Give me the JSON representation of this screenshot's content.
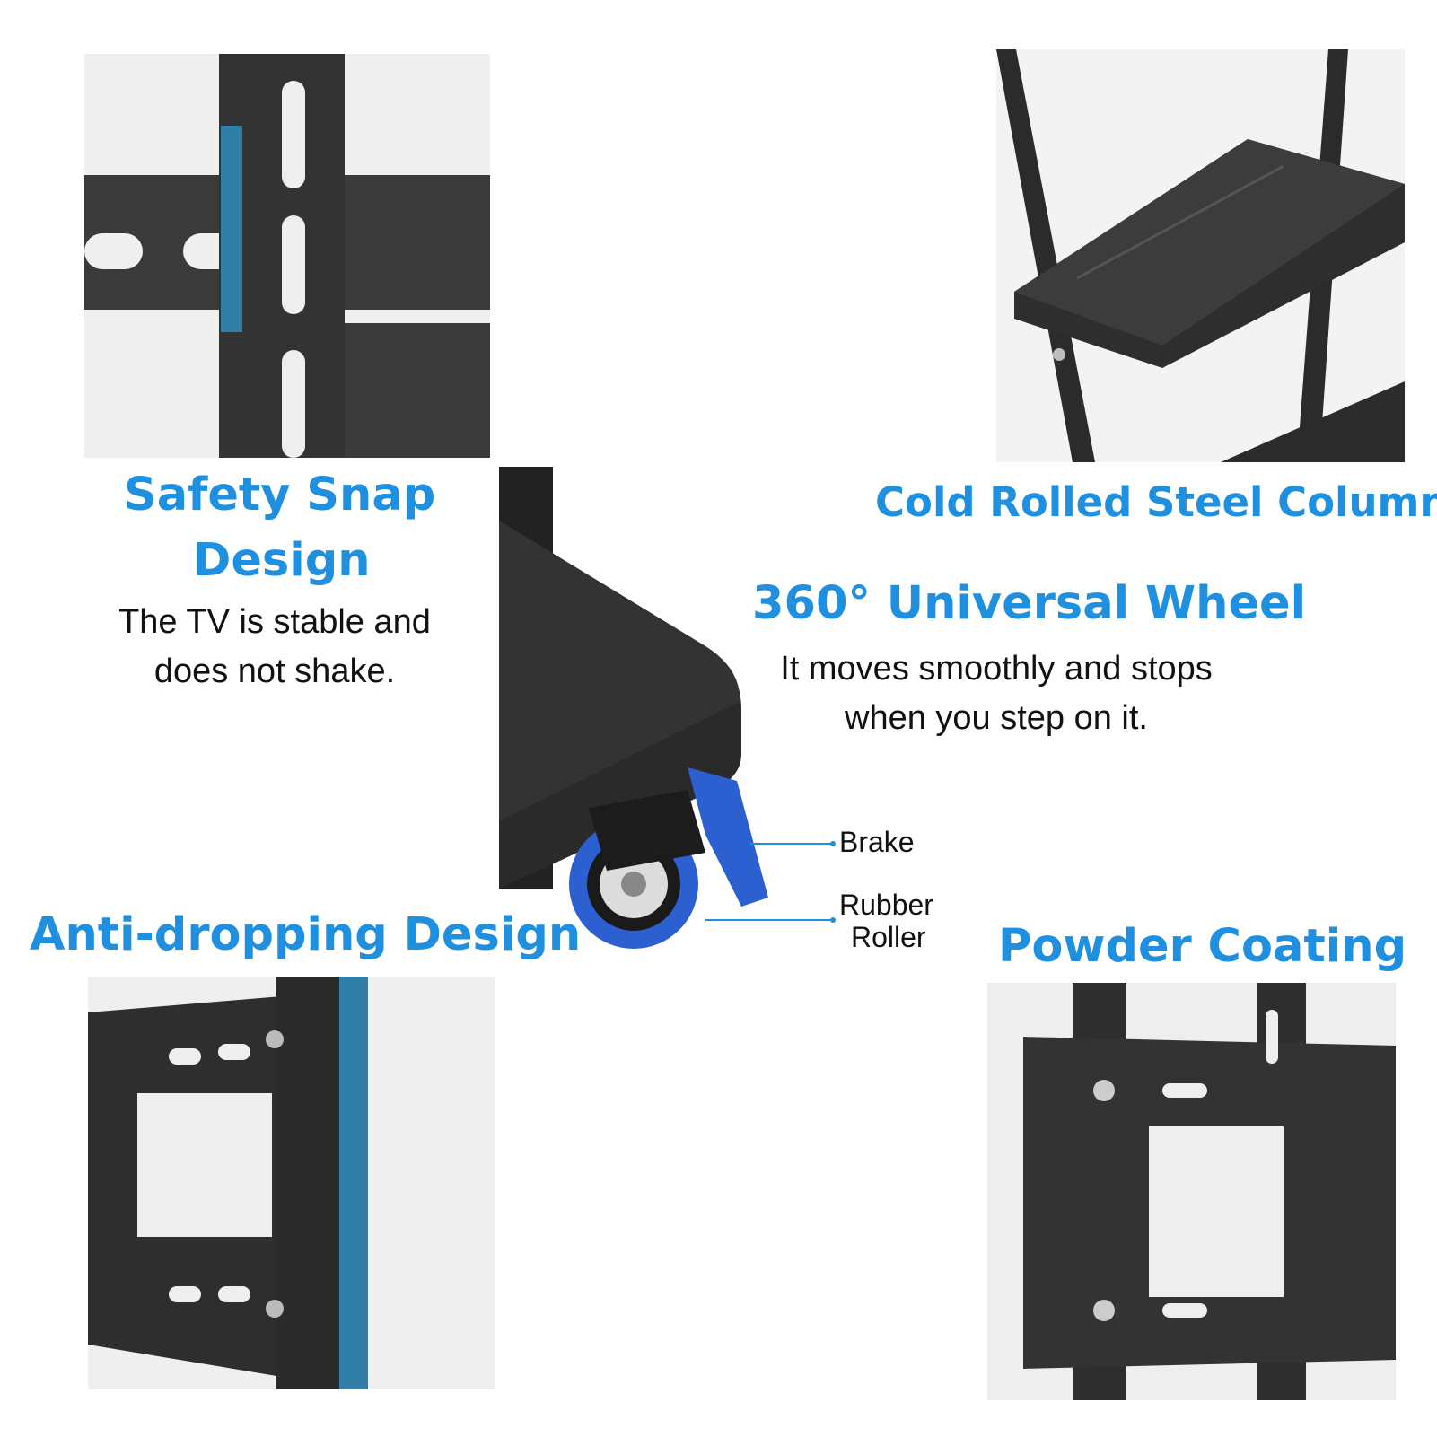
{
  "features": {
    "safety_snap": {
      "title_line1": "Safety Snap",
      "title_line2": "Design",
      "desc_line1": "The TV is stable and",
      "desc_line2": "does not shake."
    },
    "cold_rolled": {
      "title": "Cold Rolled Steel Column"
    },
    "wheel": {
      "title": "360° Universal Wheel",
      "desc_line1": "It moves smoothly and stops",
      "desc_line2": "when you step on it.",
      "brake_label": "Brake",
      "roller_label_line1": "Rubber",
      "roller_label_line2": "Roller"
    },
    "anti_dropping": {
      "title": "Anti-dropping Design"
    },
    "powder_coating": {
      "title": "Powder Coating"
    }
  },
  "colors": {
    "accent": "#1f8fe0",
    "metal": "#2b2b2b",
    "snap_blue": "#2f7fa6",
    "caster_blue": "#2c5fd0"
  }
}
